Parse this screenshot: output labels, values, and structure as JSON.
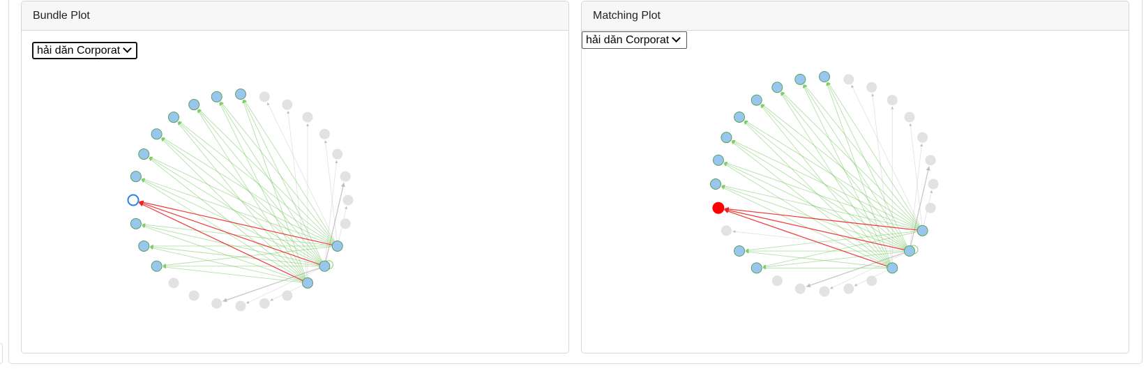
{
  "bundle_panel": {
    "title": "Bundle Plot",
    "select_value": "hải dăn Corporat"
  },
  "matching_panel": {
    "title": "Matching Plot",
    "select_value": "hải dăn Corporat"
  },
  "colors": {
    "active_node": "#99c6ef",
    "active_node_stroke": "#5aa05a",
    "inactive_node": "#e2e2e2",
    "green_edge": "#7fcc6c",
    "red_edge": "#ee2222",
    "gray_edge": "#bdbdbd",
    "selected_outline": "#2b7de9",
    "selected_fill_matching": "#ff0000"
  }
}
